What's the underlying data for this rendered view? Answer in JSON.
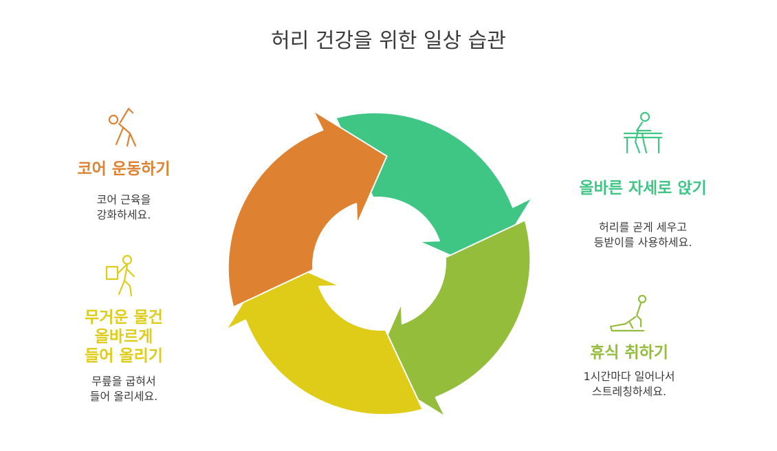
{
  "title": "허리 건강을 위한 일상 습관",
  "colors": {
    "green": "#3fc685",
    "lime": "#93bd3a",
    "yellow": "#dfcc18",
    "orange": "#de8130",
    "text": "#3a3a3a"
  },
  "steps": {
    "posture": {
      "icon": "person-at-desk-icon",
      "heading": "올바른 자세로 앉기",
      "desc": [
        "허리를 곧게 세우고",
        "등받이를 사용하세요."
      ]
    },
    "rest": {
      "icon": "stretching-person-icon",
      "heading": "휴식 취하기",
      "desc": [
        "1시간마다 일어나서",
        "스트레칭하세요."
      ]
    },
    "lifting": {
      "icon": "person-lifting-box-icon",
      "heading": [
        "무거운 물건",
        "올바르게",
        "들어 올리기"
      ],
      "desc": [
        "무릎을 굽혀서",
        "들어 올리세요."
      ]
    },
    "core": {
      "icon": "exercising-person-icon",
      "heading": "코어 운동하기",
      "desc": [
        "코어 근육을",
        "강화하세요."
      ]
    }
  }
}
